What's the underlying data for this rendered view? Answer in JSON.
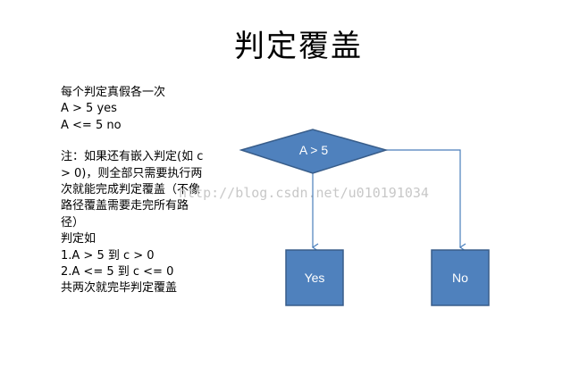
{
  "title": "判定覆盖",
  "notes": {
    "line1": "每个判定真假各一次",
    "line2": "A > 5   yes",
    "line3": "A <= 5 no",
    "note_para": "注：如果还有嵌入判定(如 c > 0)，则全部只需要执行两次就能完成判定覆盖（不像路径覆盖需要走完所有路径）",
    "judge_label": "判定如",
    "case1": "1.A > 5 到  c > 0",
    "case2": "2.A <= 5 到 c <= 0",
    "summary": "共两次就完毕判定覆盖"
  },
  "diagram": {
    "decision_label": "A > 5",
    "yes_label": "Yes",
    "no_label": "No",
    "shape_fill": "#4f81bd",
    "shape_stroke": "#385d8a",
    "arrow_color": "#4a7ebb"
  },
  "watermark": "http://blog.csdn.net/u010191034"
}
